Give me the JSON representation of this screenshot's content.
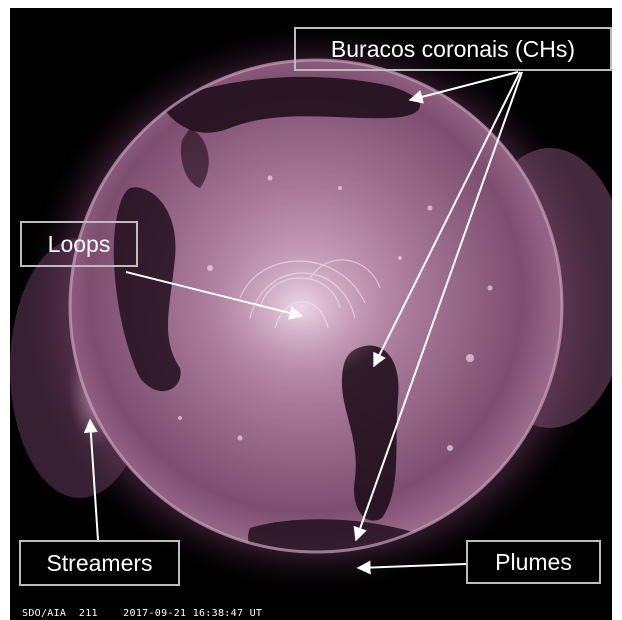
{
  "labels": {
    "coronal_holes": "Buracos coronais (CHs)",
    "loops": "Loops",
    "streamers": "Streamers",
    "plumes": "Plumes"
  },
  "caption": {
    "instrument": "SDO/AIA",
    "wavelength": "211",
    "datetime": "2017-09-21 16:38:47 UT"
  },
  "colors": {
    "background": "#000000",
    "disk_center": "#c9a0bd",
    "disk_edge": "#8a5a7c",
    "corona": "#6e3f63",
    "coronal_hole": "#1a0a16",
    "annotation": "#ffffff",
    "label_border": "#bdbdbd"
  }
}
